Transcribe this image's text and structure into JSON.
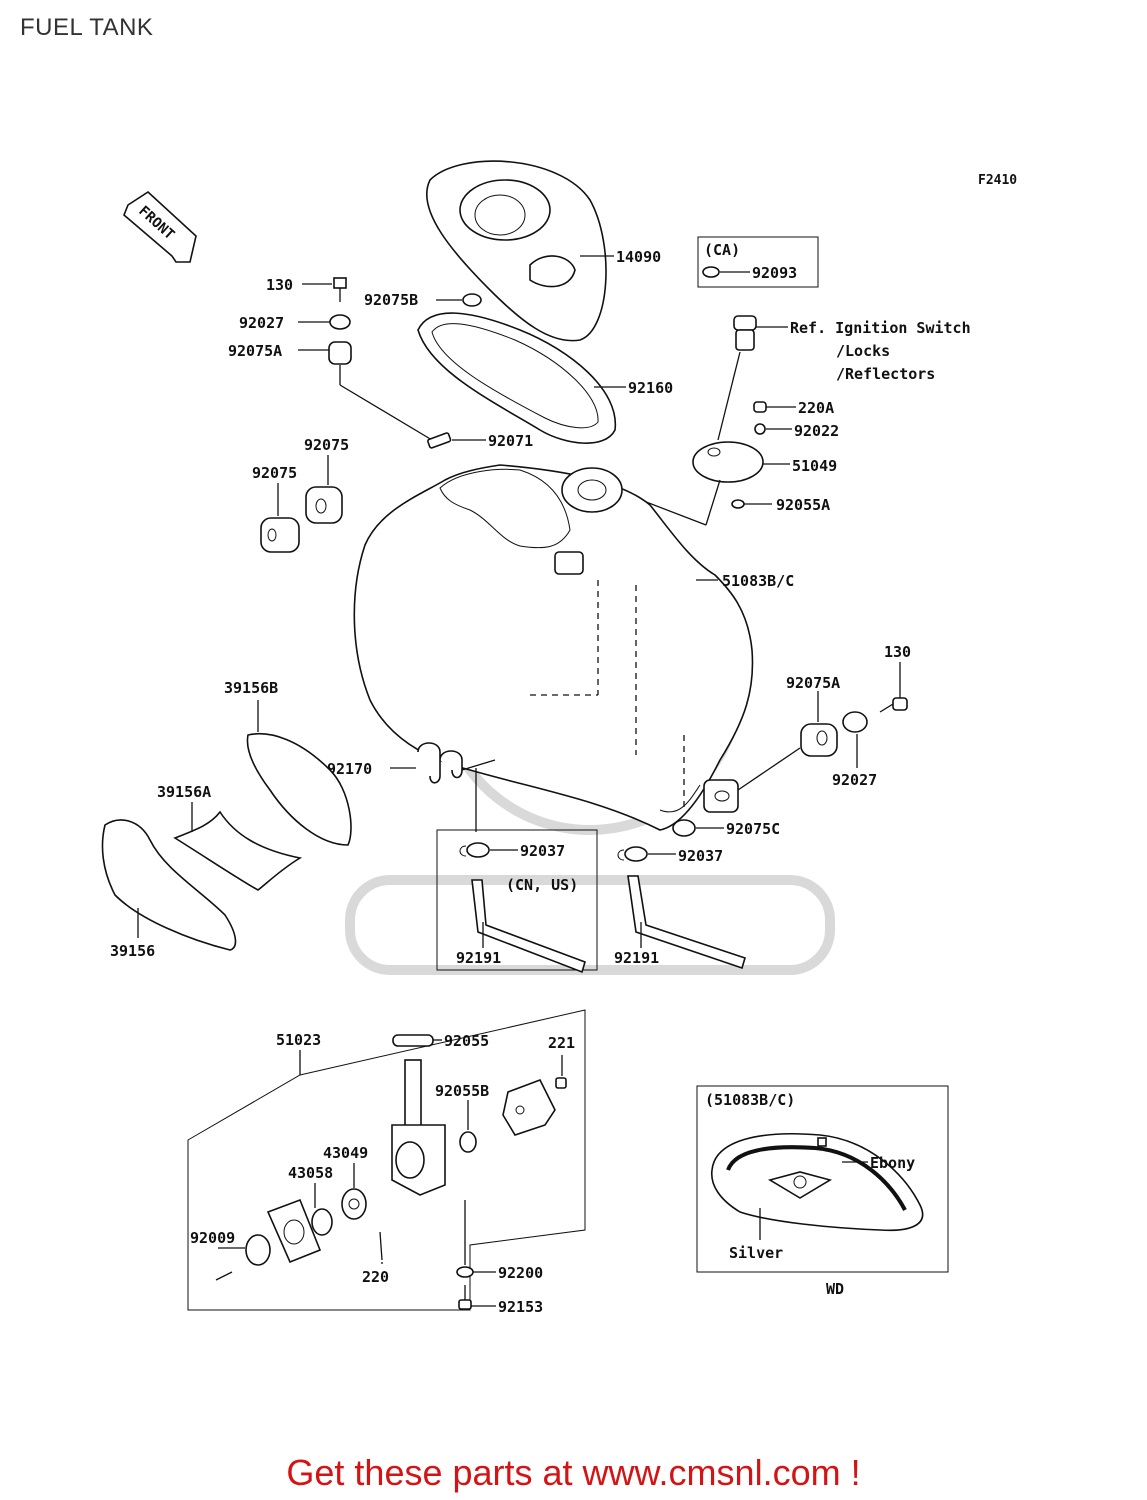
{
  "page": {
    "title": "FUEL TANK"
  },
  "diagram": {
    "figure_code": "F2410",
    "front_arrow": "FRONT",
    "region_box": "(CA)",
    "ref_note": [
      "Ref. Ignition Switch",
      "/Locks",
      "/Reflectors"
    ],
    "region_cn_us": "(CN, US)",
    "color_box": {
      "title": "(51083B/C)",
      "ebony": "Ebony",
      "silver": "Silver",
      "caption": "WD"
    },
    "parts": {
      "p14090": "14090",
      "p92093": "92093",
      "p130a": "130",
      "p92075b": "92075B",
      "p92027a": "92027",
      "p92075a_1": "92075A",
      "p92160": "92160",
      "p220a": "220A",
      "p92022": "92022",
      "p92071": "92071",
      "p92075_1": "92075",
      "p92075_2": "92075",
      "p51049": "51049",
      "p92055a": "92055A",
      "p51083bc": "51083B/C",
      "p130b": "130",
      "p92075a_2": "92075A",
      "p39156b": "39156B",
      "p92170": "92170",
      "p92027b": "92027",
      "p39156a": "39156A",
      "p92075c": "92075C",
      "p92037a": "92037",
      "p92037b": "92037",
      "p39156": "39156",
      "p92191a": "92191",
      "p92191b": "92191",
      "p51023": "51023",
      "p92055": "92055",
      "p221": "221",
      "p92055b": "92055B",
      "p43049": "43049",
      "p43058": "43058",
      "p92009": "92009",
      "p220b": "220",
      "p92200": "92200",
      "p92153": "92153"
    }
  },
  "footer": {
    "text": "Get these parts at www.cmsnl.com !"
  },
  "colors": {
    "footer": "#d41414",
    "lines": "#111111",
    "watermark": "#d9d9d9"
  }
}
